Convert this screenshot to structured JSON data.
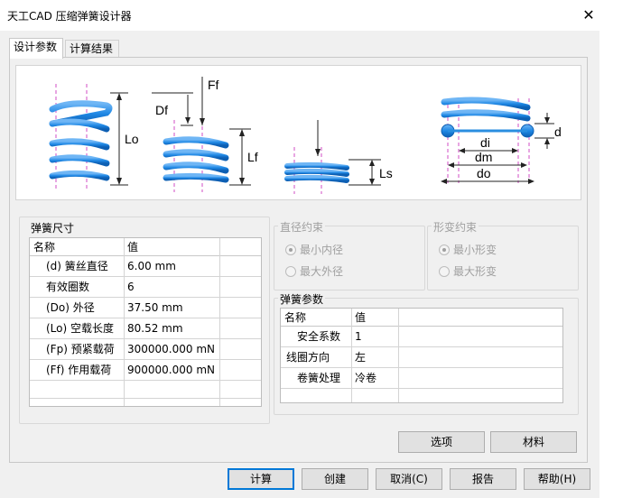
{
  "window": {
    "title": "天工CAD 压缩弹簧设计器",
    "close_glyph": "✕"
  },
  "tabs": [
    {
      "label": "设计参数",
      "active": true
    },
    {
      "label": "计算结果",
      "active": false
    }
  ],
  "figure": {
    "labels": {
      "lo": "Lo",
      "df": "Df",
      "ff": "Ff",
      "lf": "Lf",
      "ls": "Ls",
      "d": "d",
      "di": "di",
      "dm": "dm",
      "do": "do"
    }
  },
  "spring_size": {
    "label": "弹簧尺寸",
    "headers": [
      "名称",
      "值"
    ],
    "rows": [
      {
        "name": "(d) 簧丝直径",
        "value": "6.00 mm"
      },
      {
        "name": "有效圈数",
        "value": "6"
      },
      {
        "name": "(Do) 外径",
        "value": "37.50 mm"
      },
      {
        "name": "(Lo) 空载长度",
        "value": "80.52 mm"
      },
      {
        "name": "(Fp) 预紧载荷",
        "value": "300000.000 mN"
      },
      {
        "name": "(Ff) 作用载荷",
        "value": "900000.000 mN"
      }
    ]
  },
  "diameter_constraint": {
    "label": "直径约束",
    "options": [
      {
        "label": "最小内径",
        "checked": true
      },
      {
        "label": "最大外径",
        "checked": false
      }
    ]
  },
  "deform_constraint": {
    "label": "形变约束",
    "options": [
      {
        "label": "最小形变",
        "checked": true
      },
      {
        "label": "最大形变",
        "checked": false
      }
    ]
  },
  "spring_params": {
    "label": "弹簧参数",
    "headers": [
      "名称",
      "值"
    ],
    "rows": [
      {
        "name": "安全系数",
        "value": "1"
      },
      {
        "name": "线圈方向",
        "value": "左"
      },
      {
        "name": "卷簧处理",
        "value": "冷卷"
      }
    ]
  },
  "buttons": {
    "options": "选项",
    "material": "材料",
    "calculate": "计算",
    "create": "创建",
    "cancel": "取消(C)",
    "report": "报告",
    "help": "帮助(H)"
  },
  "colors": {
    "spring": "#1f88e5",
    "spring_dark": "#0d5fb3",
    "accent": "#0078d7",
    "dashed": "#d04cc4"
  }
}
